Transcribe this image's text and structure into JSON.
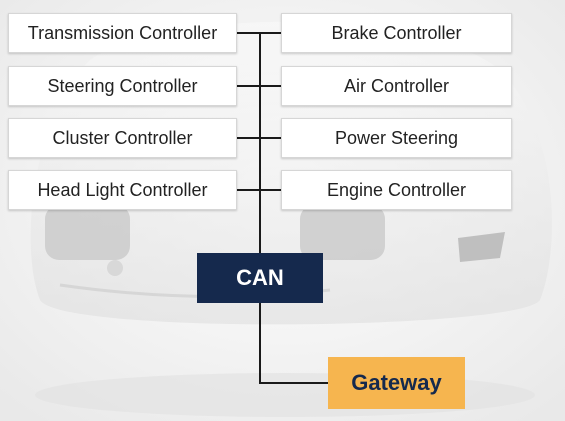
{
  "left_controllers": [
    "Transmission Controller",
    "Steering Controller",
    "Cluster Controller",
    "Head Light Controller"
  ],
  "right_controllers": [
    "Brake Controller",
    "Air Controller",
    "Power Steering",
    "Engine Controller"
  ],
  "bus_label": "CAN",
  "gateway_label": "Gateway",
  "colors": {
    "bus_fill": "#15294d",
    "gateway_fill": "#f6b54f",
    "line": "#1a1a1a"
  }
}
